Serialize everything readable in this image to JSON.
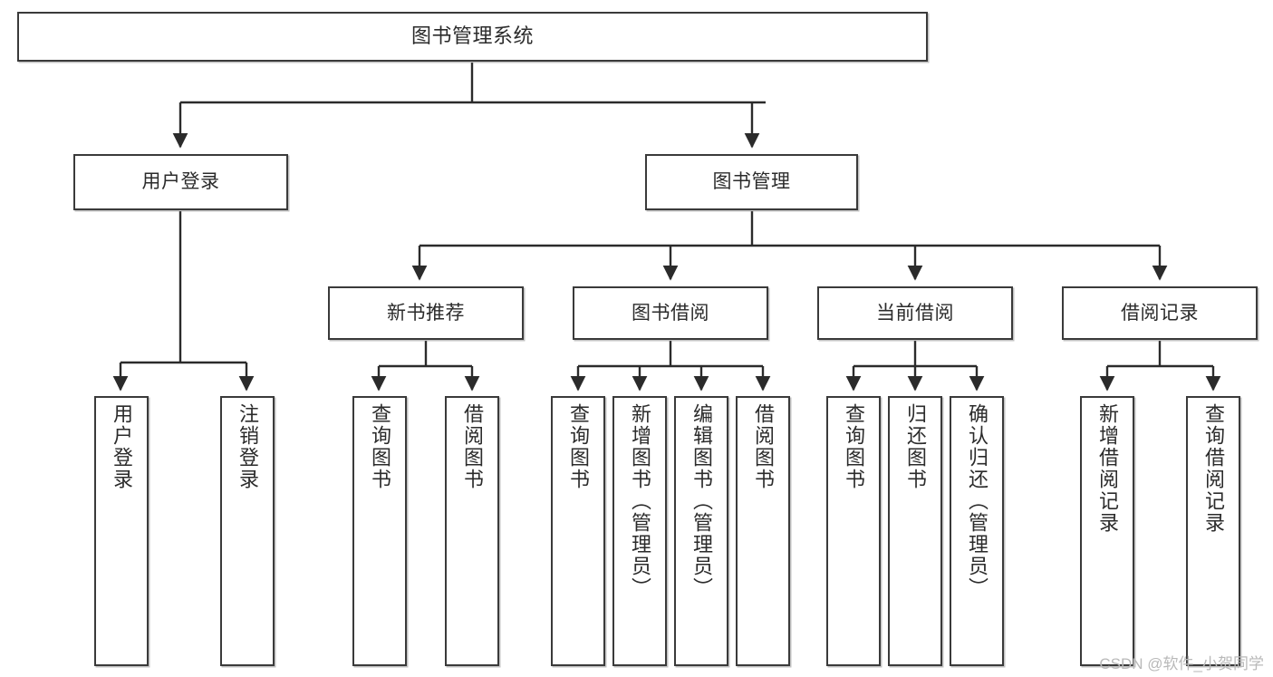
{
  "diagram": {
    "title": "图书管理系统",
    "type": "tree-hierarchy",
    "colors": {
      "box_border": "#3a3a3a",
      "box_fill": "#ffffff",
      "edge": "#2b2b2b",
      "watermark": "#b9b9b9"
    },
    "root": {
      "label": "图书管理系统"
    },
    "level2": [
      {
        "label": "用户登录"
      },
      {
        "label": "图书管理"
      }
    ],
    "level3": [
      {
        "label": "新书推荐"
      },
      {
        "label": "图书借阅"
      },
      {
        "label": "当前借阅"
      },
      {
        "label": "借阅记录"
      }
    ],
    "leaves": {
      "user_login": [
        {
          "label": "用户登录"
        },
        {
          "label": "注销登录"
        }
      ],
      "new_book_recommend": [
        {
          "label": "查询图书"
        },
        {
          "label": "借阅图书"
        }
      ],
      "book_borrow": [
        {
          "label": "查询图书"
        },
        {
          "label": "新增图书（管理员）"
        },
        {
          "label": "编辑图书（管理员）"
        },
        {
          "label": "借阅图书"
        }
      ],
      "current_borrow": [
        {
          "label": "查询图书"
        },
        {
          "label": "归还图书"
        },
        {
          "label": "确认归还（管理员）"
        }
      ],
      "borrow_record": [
        {
          "label": "新增借阅记录"
        },
        {
          "label": "查询借阅记录"
        }
      ]
    }
  },
  "watermark": {
    "text": "CSDN @软件_小贺同学"
  }
}
